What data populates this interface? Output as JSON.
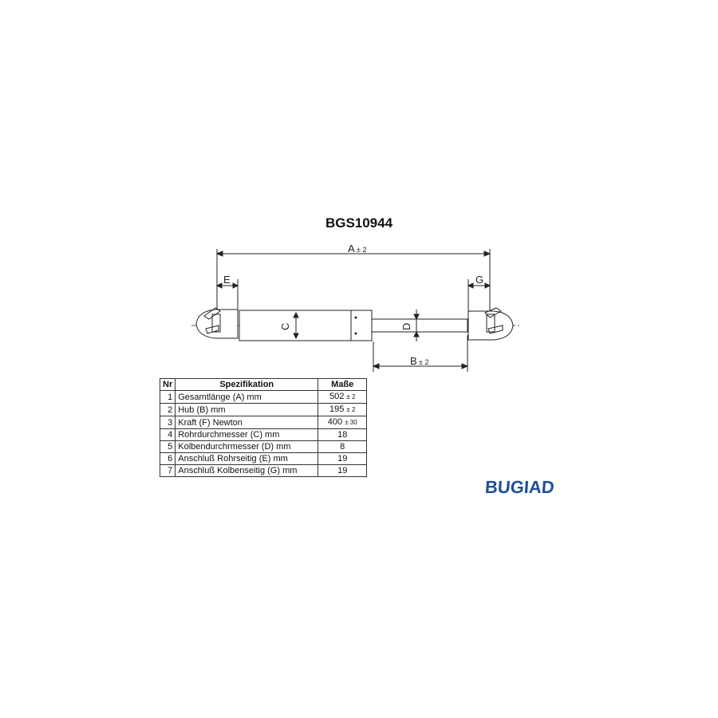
{
  "title": "BGS10944",
  "dimensions": {
    "A": {
      "label": "A",
      "tolerance": "± 2"
    },
    "B": {
      "label": "B",
      "tolerance": "± 2"
    },
    "C": {
      "label": "C"
    },
    "D": {
      "label": "D"
    },
    "E": {
      "label": "E"
    },
    "G": {
      "label": "G"
    }
  },
  "table": {
    "headers": {
      "nr": "Nr",
      "spec": "Spezifikation",
      "value": "Maße"
    },
    "rows": [
      {
        "nr": "1",
        "spec": "Gesamtlänge (A) mm",
        "value": "502",
        "tol": "± 2"
      },
      {
        "nr": "2",
        "spec": "Hub (B)  mm",
        "value": "195",
        "tol": "± 2"
      },
      {
        "nr": "3",
        "spec": "Kraft (F) Newton",
        "value": "400",
        "tol": "± 30"
      },
      {
        "nr": "4",
        "spec": "Rohrdurchmesser (C) mm",
        "value": "18",
        "tol": ""
      },
      {
        "nr": "5",
        "spec": "Kolbendurchrmesser (D) mm",
        "value": "8",
        "tol": ""
      },
      {
        "nr": "6",
        "spec": "Anschluß Rohrseitig (E) mm",
        "value": "19",
        "tol": ""
      },
      {
        "nr": "7",
        "spec": "Anschluß Kolbenseitig (G) mm",
        "value": "19",
        "tol": ""
      }
    ]
  },
  "logo": {
    "text": "BUGIAD",
    "color": "#1f4f9a"
  }
}
